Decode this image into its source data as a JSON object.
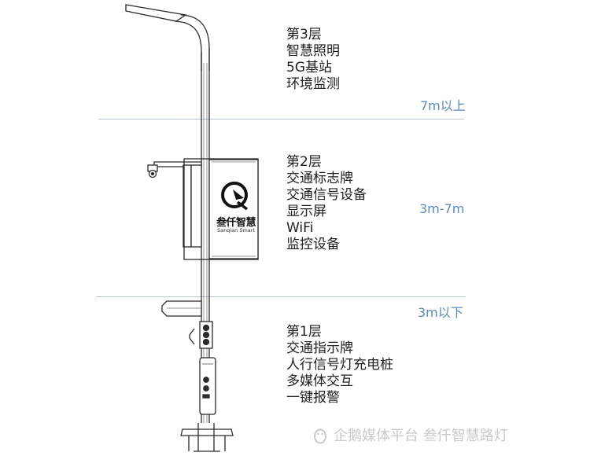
{
  "layers": [
    {
      "lines": [
        "第3层",
        "智慧照明",
        "5G基站",
        "环境监测"
      ],
      "height_label": "7m以上"
    },
    {
      "lines": [
        "第2层",
        "交通标志牌",
        "交通信号设备",
        "显示屏",
        "WiFi",
        "监控设备"
      ],
      "height_label": "3m-7m"
    },
    {
      "lines": [
        "第1层",
        "交通指示牌",
        "人行信号灯充电桩",
        "多媒体交互",
        "一键报警"
      ],
      "height_label": "3m以下"
    }
  ],
  "logo": {
    "chinese": "叁仟智慧",
    "english": "Sanqian Smart"
  },
  "watermark": {
    "text": "企鹅媒体平台 叁仟智慧路灯",
    "icon": "penguin-media-icon"
  },
  "colors": {
    "divider": "#b9c4cf",
    "height_label": "#5b8db8",
    "line_art": "#2b2b2b"
  }
}
